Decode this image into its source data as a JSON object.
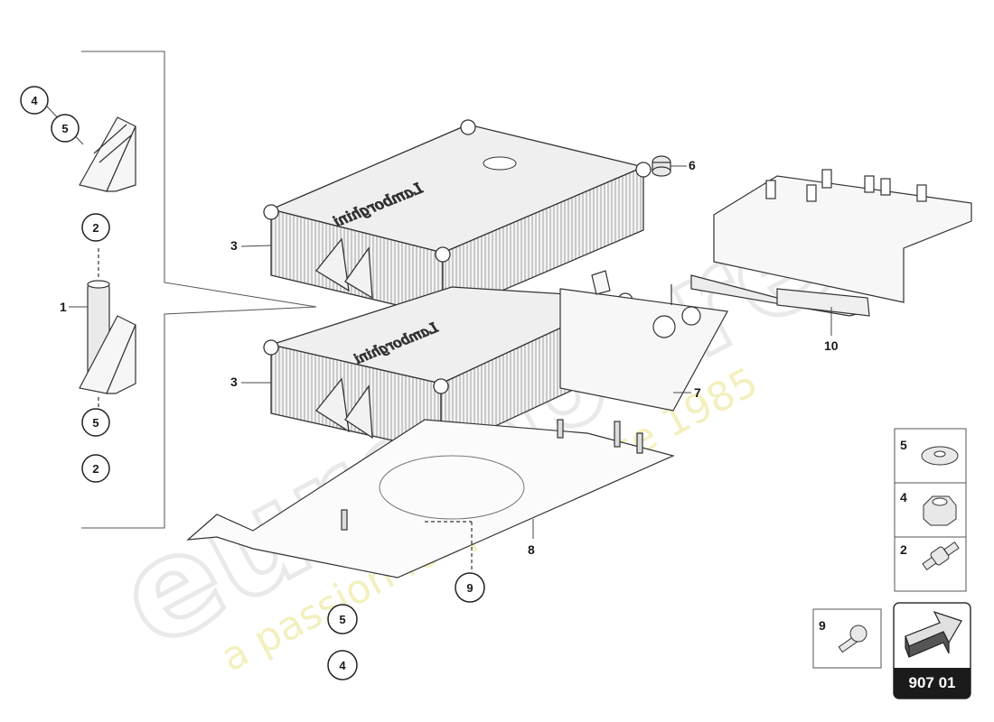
{
  "diagram_code": "907 01",
  "brand_text": "Lamborghini",
  "watermark": {
    "logo": "eurospares",
    "tagline": "a passion for parts since 1985"
  },
  "callouts": {
    "left_top_4": "4",
    "left_top_5": "5",
    "left_2a": "2",
    "left_1": "1",
    "left_5b": "5",
    "left_2b": "2",
    "main_3_top": "3",
    "main_3_bottom": "3",
    "main_6": "6",
    "main_7": "7",
    "main_8": "8",
    "main_9": "9",
    "main_10": "10",
    "bottom_5": "5",
    "bottom_4": "4"
  },
  "legend": [
    {
      "num": "5",
      "icon": "washer-icon"
    },
    {
      "num": "4",
      "icon": "hex-nut-icon"
    },
    {
      "num": "2",
      "icon": "rubber-mount-icon"
    }
  ],
  "legend_9": {
    "num": "9",
    "icon": "bolt-icon"
  }
}
